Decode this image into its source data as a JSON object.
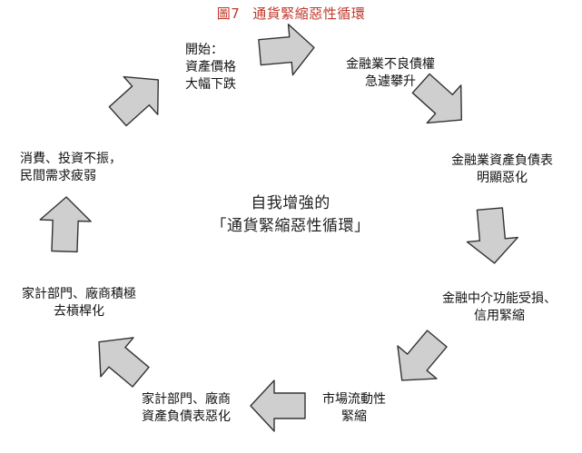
{
  "title": {
    "number": "圖7",
    "text": "通貨緊縮惡性循環"
  },
  "center": {
    "line1": "自我增強的",
    "line2": "「通貨緊縮惡性循環」"
  },
  "nodes": {
    "start": {
      "line1": "開始：",
      "line2": "資產價格",
      "line3": "大幅下跌"
    },
    "bad_debt": {
      "line1": "金融業不良債權",
      "line2": "急遽攀升"
    },
    "balance_sheet": {
      "line1": "金融業資產負債表",
      "line2": "明顯惡化"
    },
    "intermediation": {
      "line1": "金融中介功能受損、",
      "line2": "信用緊縮"
    },
    "liquidity": {
      "line1": "市場流動性",
      "line2": "緊縮"
    },
    "household_bs": {
      "line1": "家計部門、廠商",
      "line2": "資產負債表惡化"
    },
    "deleverage": {
      "line1": "家計部門、廠商積極",
      "line2": "去槓桿化"
    },
    "demand": {
      "line1": "消費、投資不振，",
      "line2": "民間需求疲弱"
    }
  },
  "colors": {
    "title": "#c0392b",
    "arrow_fill": "#cfcfcf",
    "arrow_stroke": "#333333"
  }
}
